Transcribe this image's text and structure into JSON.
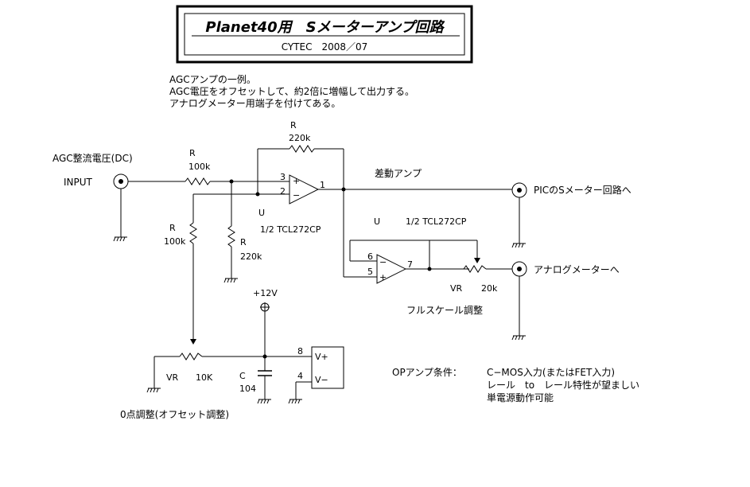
{
  "title": "Planet40用　Sメーターアンプ回路",
  "subtitle": "CYTEC　2008／07",
  "notes": [
    "AGCアンプの一例。",
    "AGC電圧をオフセットして、約2倍に増幅して出力する。",
    "アナログメーター用端子を付けてある。"
  ],
  "input": {
    "heading": "AGC整流電圧(DC)",
    "label": "INPUT"
  },
  "r_in": {
    "name": "R",
    "value": "100k"
  },
  "r_fb": {
    "name": "R",
    "value": "220k"
  },
  "r_gnd": {
    "name": "R",
    "value": "220k"
  },
  "r_off": {
    "name": "R",
    "value": "100k"
  },
  "amp1": {
    "label": "差動アンプ",
    "unit": "U",
    "part": "1/2 TCL272CP",
    "pin_plus": "3",
    "pin_minus": "2",
    "pin_out": "1",
    "sym_plus": "+",
    "sym_minus": "−"
  },
  "amp2": {
    "unit": "U",
    "part": "1/2 TCL272CP",
    "pin_minus": "6",
    "pin_plus": "5",
    "pin_out": "7",
    "sym_plus": "+",
    "sym_minus": "−"
  },
  "out1_label": "PICのSメーター回路へ",
  "out2_label": "アナログメーターへ",
  "vr_fs": {
    "name": "VR",
    "value": "20k",
    "caption": "フルスケール調整"
  },
  "vr_zero": {
    "name": "VR",
    "value": "10K",
    "caption": "0点調整(オフセット調整)"
  },
  "cap": {
    "name": "C",
    "value": "104"
  },
  "supply": "+12V",
  "ic_pins": {
    "vplus_pin": "8",
    "vplus": "V+",
    "vminus_pin": "4",
    "vminus": "V−"
  },
  "conditions": {
    "heading": "OPアンプ条件：",
    "lines": [
      "C−MOS入力(またはFET入力)",
      "レール　to　レール特性が望ましい",
      "単電源動作可能"
    ]
  }
}
